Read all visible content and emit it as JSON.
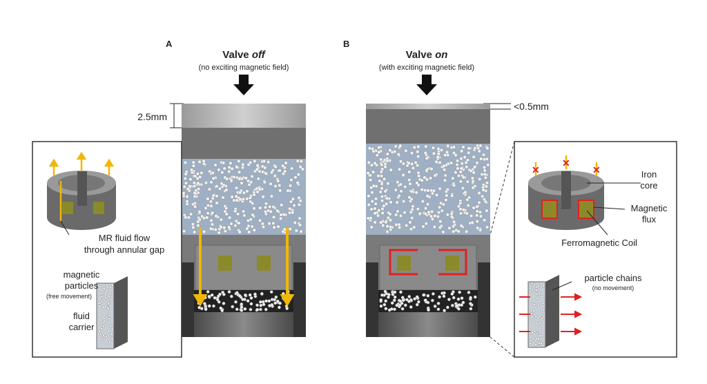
{
  "panel_a": {
    "letter": "A",
    "title_prefix": "Valve ",
    "title_state": "off",
    "subtitle": "(no exciting magnetic field)",
    "gap_label": "2.5mm",
    "flow_label_1": "MR fluid flow",
    "flow_label_2": "through annular gap",
    "particles_label_1": "magnetic",
    "particles_label_2": "particles",
    "particles_note": "(free movement)",
    "carrier_label_1": "fluid",
    "carrier_label_2": "carrier"
  },
  "panel_b": {
    "letter": "B",
    "title_prefix": "Valve ",
    "title_state": "on",
    "subtitle": "(with exciting magnetic field)",
    "gap_label": "<0.5mm",
    "iron_label_1": "Iron",
    "iron_label_2": "core",
    "flux_label_1": "Magnetic",
    "flux_label_2": "flux",
    "coil_label": "Ferromagnetic Coil",
    "chains_label": "particle chains",
    "chains_note": "(no movement)"
  },
  "colors": {
    "flow": "#f2b705",
    "flux": "#e02020",
    "coil": "#8a8a2a",
    "body": "#6e6e6e"
  }
}
